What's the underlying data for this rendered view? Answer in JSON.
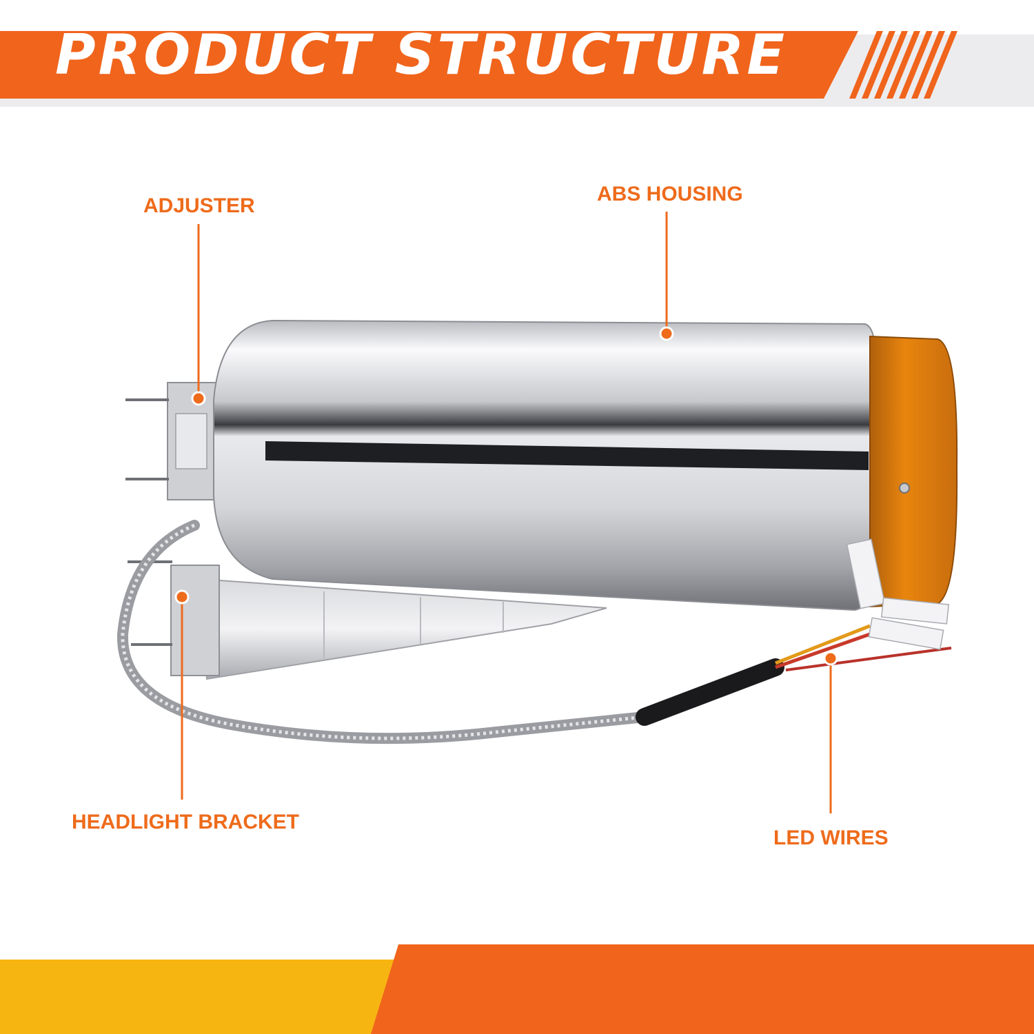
{
  "header": {
    "title": "PRODUCT STRUCTURE"
  },
  "colors": {
    "accent": "#ee6b1b",
    "banner_orange": "#f0641c",
    "footer_yellow": "#f7b512",
    "chrome_light": "#f4f4f6",
    "chrome_dark": "#8b8d92",
    "lens_amber": "#e8850e"
  },
  "callouts": {
    "adjuster": "ADJUSTER",
    "abs_housing": "ABS HOUSING",
    "headlight_bracket": "HEADLIGHT BRACKET",
    "led_wires": "LED WIRES"
  }
}
